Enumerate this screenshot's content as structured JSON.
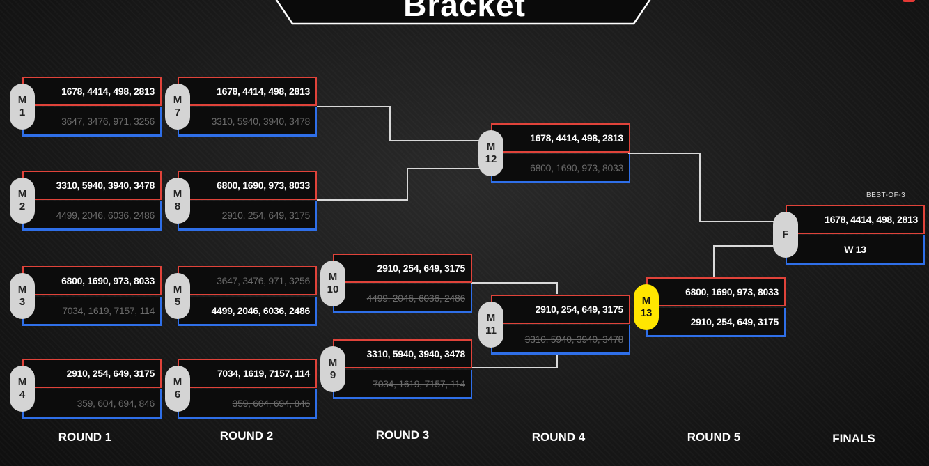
{
  "title": "Bracket",
  "finals_format": "BEST-OF-3",
  "colors": {
    "accent_red": "#e0433a",
    "accent_blue": "#2f6fe8",
    "highlight": "#ffe600"
  },
  "rounds": [
    "ROUND 1",
    "ROUND 2",
    "ROUND 3",
    "ROUND 4",
    "ROUND 5",
    "FINALS"
  ],
  "matches": {
    "m1": {
      "id": "M 1",
      "top": "1678, 4414, 498, 2813",
      "bottom": "3647, 3476, 971, 3256"
    },
    "m2": {
      "id": "M 2",
      "top": "3310, 5940, 3940, 3478",
      "bottom": "4499, 2046, 6036, 2486"
    },
    "m3": {
      "id": "M 3",
      "top": "6800, 1690, 973, 8033",
      "bottom": "7034, 1619, 7157, 114"
    },
    "m4": {
      "id": "M 4",
      "top": "2910, 254, 649, 3175",
      "bottom": "359, 604, 694, 846"
    },
    "m7": {
      "id": "M 7",
      "top": "1678, 4414, 498, 2813",
      "bottom": "3310, 5940, 3940, 3478"
    },
    "m8": {
      "id": "M 8",
      "top": "6800, 1690, 973, 8033",
      "bottom": "2910, 254, 649, 3175"
    },
    "m5": {
      "id": "M 5",
      "top": "3647, 3476, 971, 3256",
      "bottom": "4499, 2046, 6036, 2486"
    },
    "m6": {
      "id": "M 6",
      "top": "7034, 1619, 7157, 114",
      "bottom": "359, 604, 694, 846"
    },
    "m10": {
      "id": "M 10",
      "top": "2910, 254, 649, 3175",
      "bottom": "4499, 2046, 6036, 2486"
    },
    "m9": {
      "id": "M 9",
      "top": "3310, 5940, 3940, 3478",
      "bottom": "7034, 1619, 7157, 114"
    },
    "m12": {
      "id": "M 12",
      "top": "1678, 4414, 498, 2813",
      "bottom": "6800, 1690, 973, 8033"
    },
    "m11": {
      "id": "M 11",
      "top": "2910, 254, 649, 3175",
      "bottom": "3310, 5940, 3940, 3478"
    },
    "m13": {
      "id": "M 13",
      "top": "6800, 1690, 973, 8033",
      "bottom": "2910, 254, 649, 3175"
    },
    "f": {
      "id": "F",
      "top": "1678, 4414, 498, 2813",
      "bottom": "W 13"
    }
  }
}
